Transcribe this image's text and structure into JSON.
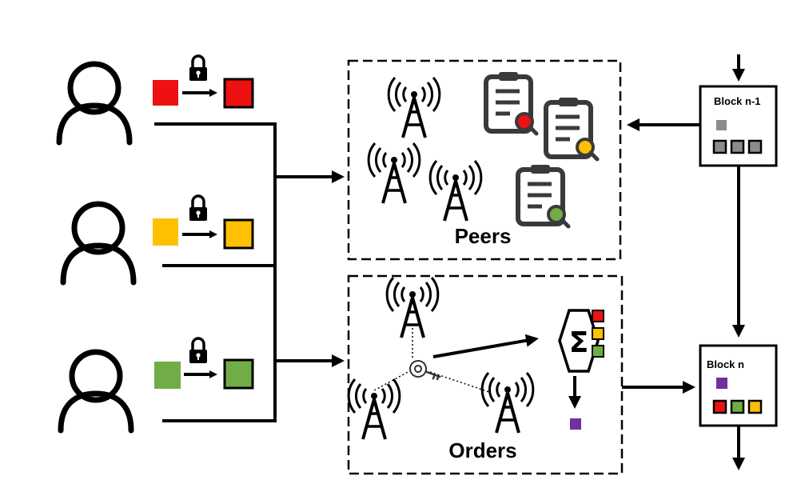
{
  "colors": {
    "red": "#ee1111",
    "yellow": "#fec000",
    "green": "#70ad47",
    "purple": "#7030a0",
    "gray": "#8c8c8c",
    "clipboard": "#3a3a3a"
  },
  "users": [
    {
      "icon": "user-icon",
      "data_color": "red"
    },
    {
      "icon": "user-icon",
      "data_color": "yellow"
    },
    {
      "icon": "user-icon",
      "data_color": "green"
    }
  ],
  "peers": {
    "label": "Peers",
    "icons": [
      "antenna-icon",
      "clipboard-search-icon"
    ]
  },
  "orders": {
    "label": "Orders",
    "icons": [
      "antenna-icon",
      "key-icon",
      "sigma-icon"
    ]
  },
  "blocks": {
    "prev": {
      "label": "Block n-1",
      "tx_colors": [
        "gray"
      ],
      "slot_colors": [
        "gray",
        "gray",
        "gray"
      ]
    },
    "current": {
      "label": "Block n",
      "tx_colors": [
        "purple"
      ],
      "slot_colors": [
        "red",
        "green",
        "yellow"
      ]
    }
  }
}
